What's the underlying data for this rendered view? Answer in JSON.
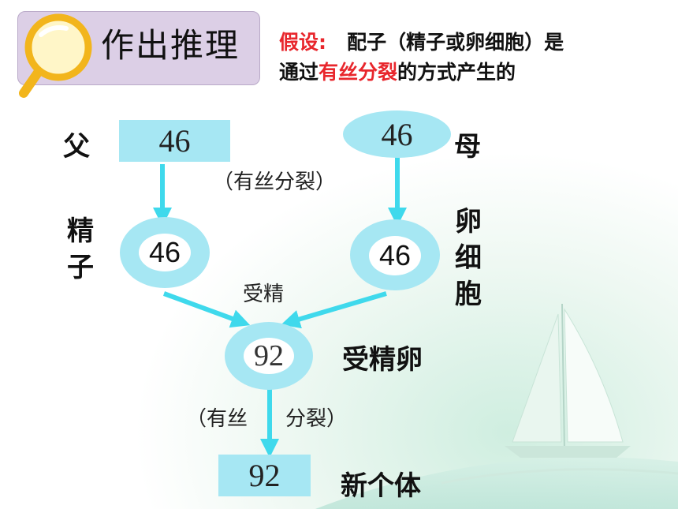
{
  "title": "作出推理",
  "hypothesis": {
    "label": "假设:",
    "line1_rest": "配子（精子或卵细胞）是",
    "line2_pre": "通过",
    "line2_highlight": "有丝分裂",
    "line2_post": "的方式产生的"
  },
  "father": {
    "label": "父",
    "value": "46"
  },
  "mother": {
    "label": "母",
    "value": "46"
  },
  "division_top": "（有丝分裂）",
  "sperm": {
    "label": "精子",
    "value": "46"
  },
  "egg": {
    "label": "卵细胞",
    "value": "46"
  },
  "fertilization": "受精",
  "zygote": {
    "label": "受精卵",
    "value": "92"
  },
  "division_bottom_left": "（有丝",
  "division_bottom_right": "分裂）",
  "new_individual": {
    "label": "新个体",
    "value": "92"
  },
  "colors": {
    "shape_fill": "#a6e7f3",
    "arrow": "#3fd9ec",
    "highlight": "#e8262c",
    "title_bg": "#dccfe6"
  }
}
